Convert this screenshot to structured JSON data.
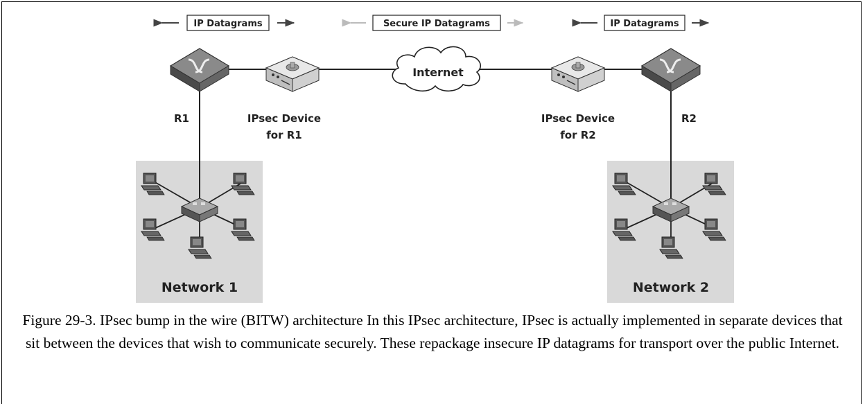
{
  "diagram": {
    "banners": {
      "left": "IP Datagrams",
      "center": "Secure IP Datagrams",
      "right": "IP Datagrams"
    },
    "cloud_label": "Internet",
    "router_left_label": "R1",
    "router_right_label": "R2",
    "ipsec_left_label": [
      "IPsec Device",
      "for R1"
    ],
    "ipsec_right_label": [
      "IPsec Device",
      "for R2"
    ],
    "network_left_label": "Network 1",
    "network_right_label": "Network 2"
  },
  "caption": "Figure 29-3. IPsec bump in the wire (BITW) architecture In this IPsec architecture, IPsec is actually implemented in separate devices that sit between the devices that wish to communicate securely. These repackage insecure IP datagrams for transport over the public Internet."
}
